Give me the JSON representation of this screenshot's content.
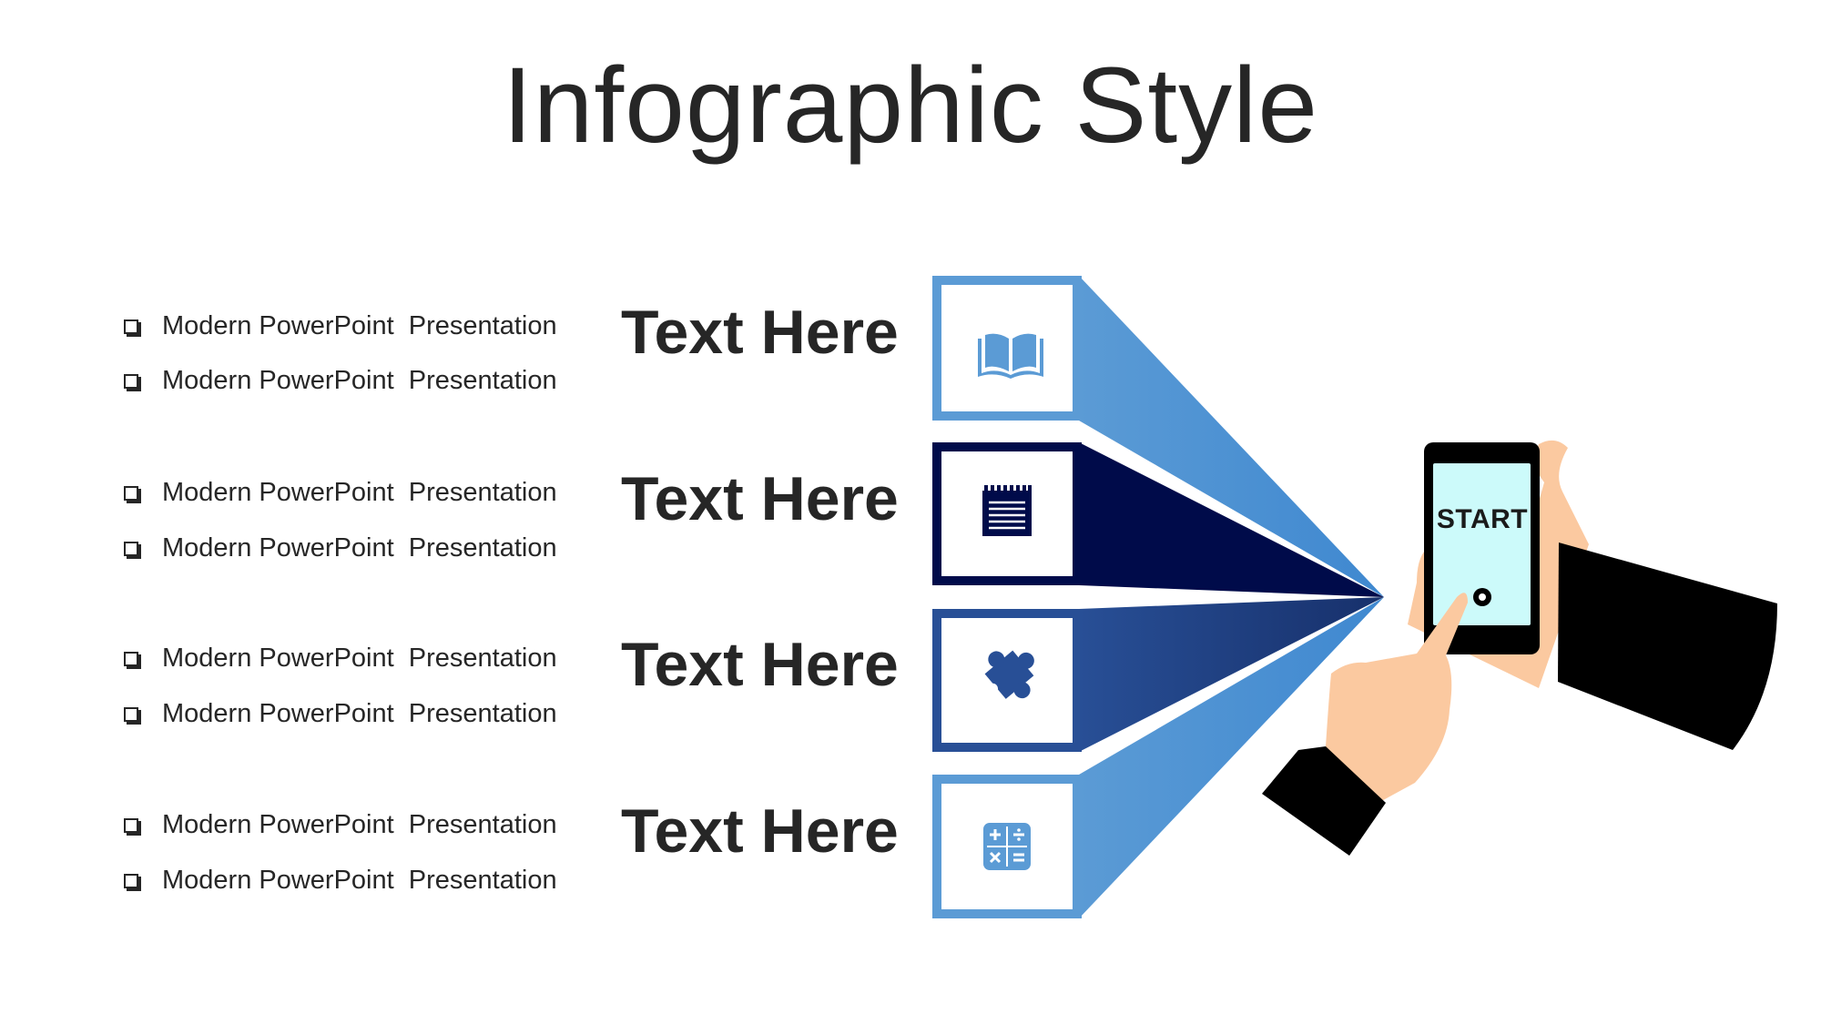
{
  "title": "Infographic Style",
  "rows": [
    {
      "heading": "Text Here",
      "bullets": [
        "Modern PowerPoint  Presentation",
        "Modern PowerPoint  Presentation"
      ],
      "icon": "book-icon",
      "color": "#5b9bd5"
    },
    {
      "heading": "Text Here",
      "bullets": [
        "Modern PowerPoint  Presentation",
        "Modern PowerPoint  Presentation"
      ],
      "icon": "notepad-icon",
      "color": "#000b4a"
    },
    {
      "heading": "Text Here",
      "bullets": [
        "Modern PowerPoint  Presentation",
        "Modern PowerPoint  Presentation"
      ],
      "icon": "puzzle-icon",
      "color": "#284f96"
    },
    {
      "heading": "Text Here",
      "bullets": [
        "Modern PowerPoint  Presentation",
        "Modern PowerPoint  Presentation"
      ],
      "icon": "calculator-icon",
      "color": "#5b9bd5"
    }
  ],
  "phone": {
    "screen_label": "START"
  },
  "colors": {
    "light_blue": "#5b9bd5",
    "navy": "#000b4a",
    "mid_blue": "#284f96",
    "screen": "#ccfafa",
    "skin": "#fbc9a0",
    "sleeve": "#000000"
  }
}
